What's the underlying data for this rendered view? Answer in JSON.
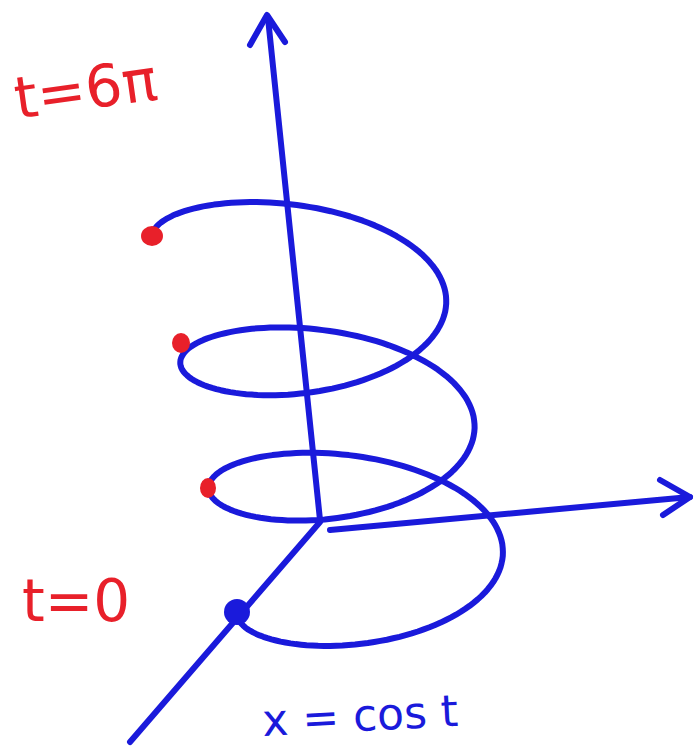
{
  "diagram": {
    "labels": [
      "t=6π",
      "t=0",
      "x = cos t"
    ]
  }
}
